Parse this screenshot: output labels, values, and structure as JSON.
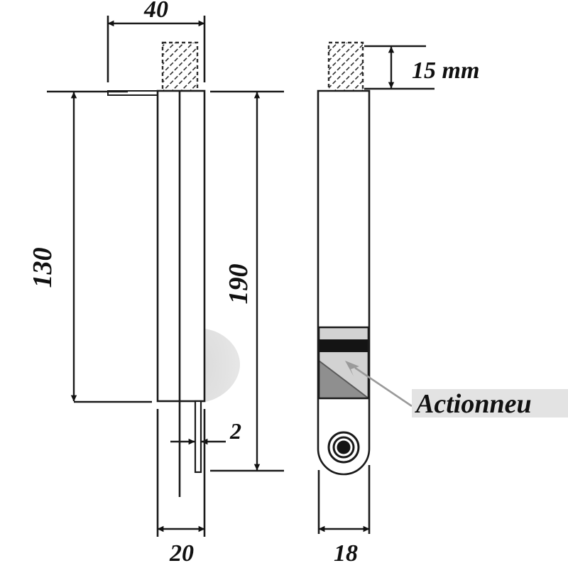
{
  "drawing": {
    "title": "Technical drawing - two orthographic views of an actuator rod",
    "units": "mm",
    "background_color": "#ffffff",
    "line_color": "#1a1a1a",
    "shadow_color": "#e0e0e0",
    "actuator_body_color": "#d2d2d2",
    "actuator_dark_color": "#8f8f8f",
    "actuator_black_color": "#141414",
    "label_highlight_color": "#e3e3e3"
  },
  "dimensions": {
    "width_40": "40",
    "height_130": "130",
    "height_190": "190",
    "gap_2": "2",
    "width_20": "20",
    "height_15mm": "15 mm",
    "width_18": "18"
  },
  "labels": {
    "actuator": "Actionneu"
  },
  "views": {
    "left": {
      "name": "front-view",
      "features": [
        "threaded-stud",
        "top-flange",
        "main-body",
        "center-line",
        "thin-tab",
        "shadow-highlight"
      ]
    },
    "right": {
      "name": "side-view",
      "features": [
        "threaded-stud",
        "main-body",
        "actuator-block",
        "rounded-end",
        "pivot-hole"
      ]
    }
  },
  "icons": {
    "arrow": "dimension-arrow",
    "hatch": "section-hatch-pattern",
    "leader": "leader-line-arrow"
  }
}
